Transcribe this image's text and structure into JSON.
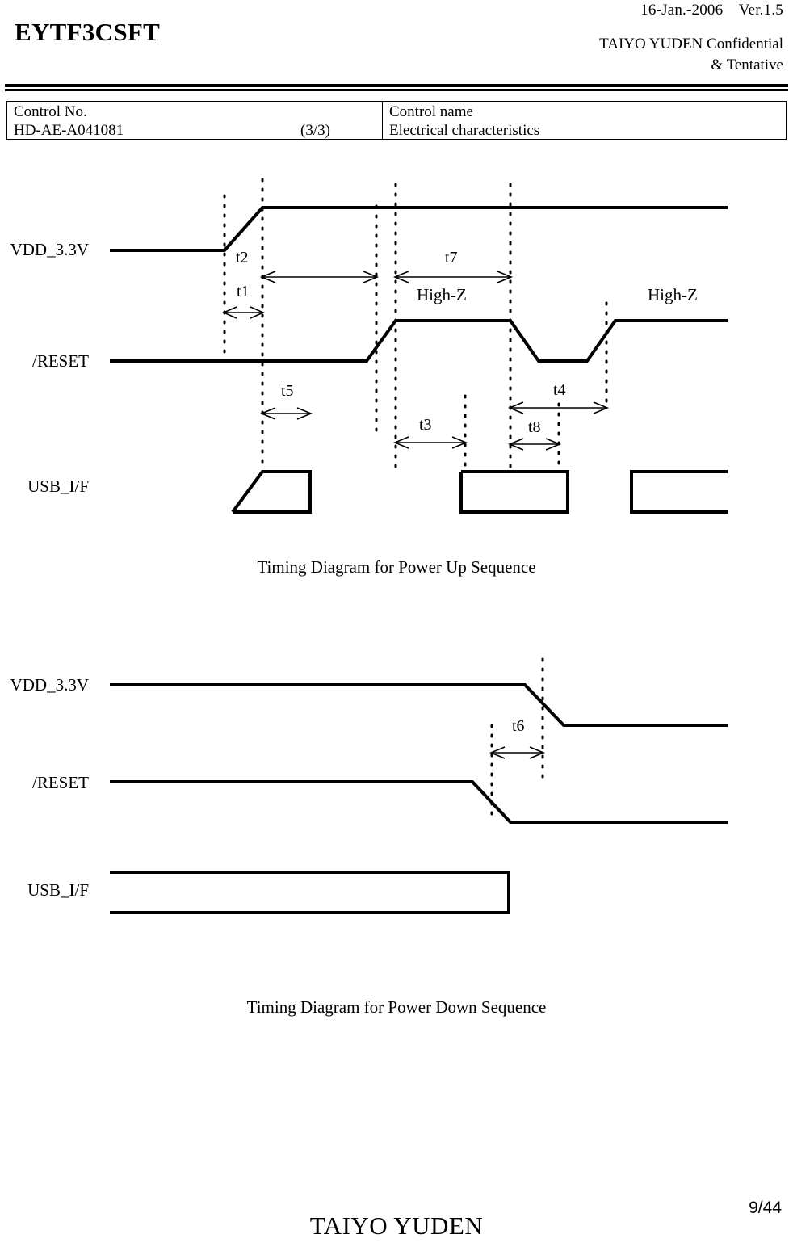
{
  "header": {
    "date": "16-Jan.-2006",
    "version": "Ver.1.5",
    "date_version": "16-Jan.-2006    Ver.1.5",
    "part_number": "EYTF3CSFT",
    "confidential_line1": "TAIYO YUDEN Confidential",
    "confidential_line2": "& Tentative"
  },
  "control_table": {
    "control_no_label": "Control No.",
    "control_no_value": "HD-AE-A041081",
    "page_of": "(3/3)",
    "control_name_label": "Control name",
    "control_name_value": "Electrical characteristics"
  },
  "power_up": {
    "caption": "Timing Diagram for Power Up Sequence",
    "signals": [
      {
        "name": "VDD_3.3V"
      },
      {
        "name": "/RESET"
      },
      {
        "name": "USB_I/F"
      }
    ],
    "annotations": [
      {
        "id": "t1",
        "label": "t1"
      },
      {
        "id": "t2",
        "label": "t2"
      },
      {
        "id": "t7",
        "label": "t7"
      },
      {
        "id": "t5",
        "label": "t5"
      },
      {
        "id": "t3",
        "label": "t3"
      },
      {
        "id": "t4",
        "label": "t4"
      },
      {
        "id": "t8",
        "label": "t8"
      },
      {
        "id": "highz_1",
        "label": "High‑Z"
      },
      {
        "id": "highz_2",
        "label": "High‑Z"
      }
    ]
  },
  "power_down": {
    "caption": "Timing Diagram for Power Down Sequence",
    "signals": [
      {
        "name": "VDD_3.3V"
      },
      {
        "name": "/RESET"
      },
      {
        "name": "USB_I/F"
      }
    ],
    "annotations": [
      {
        "id": "t6",
        "label": "t6"
      }
    ]
  },
  "footer": {
    "page_number": "9/44",
    "brand": "TAIYO YUDEN"
  },
  "colors": {
    "ink": "#000000",
    "paper": "#ffffff"
  }
}
